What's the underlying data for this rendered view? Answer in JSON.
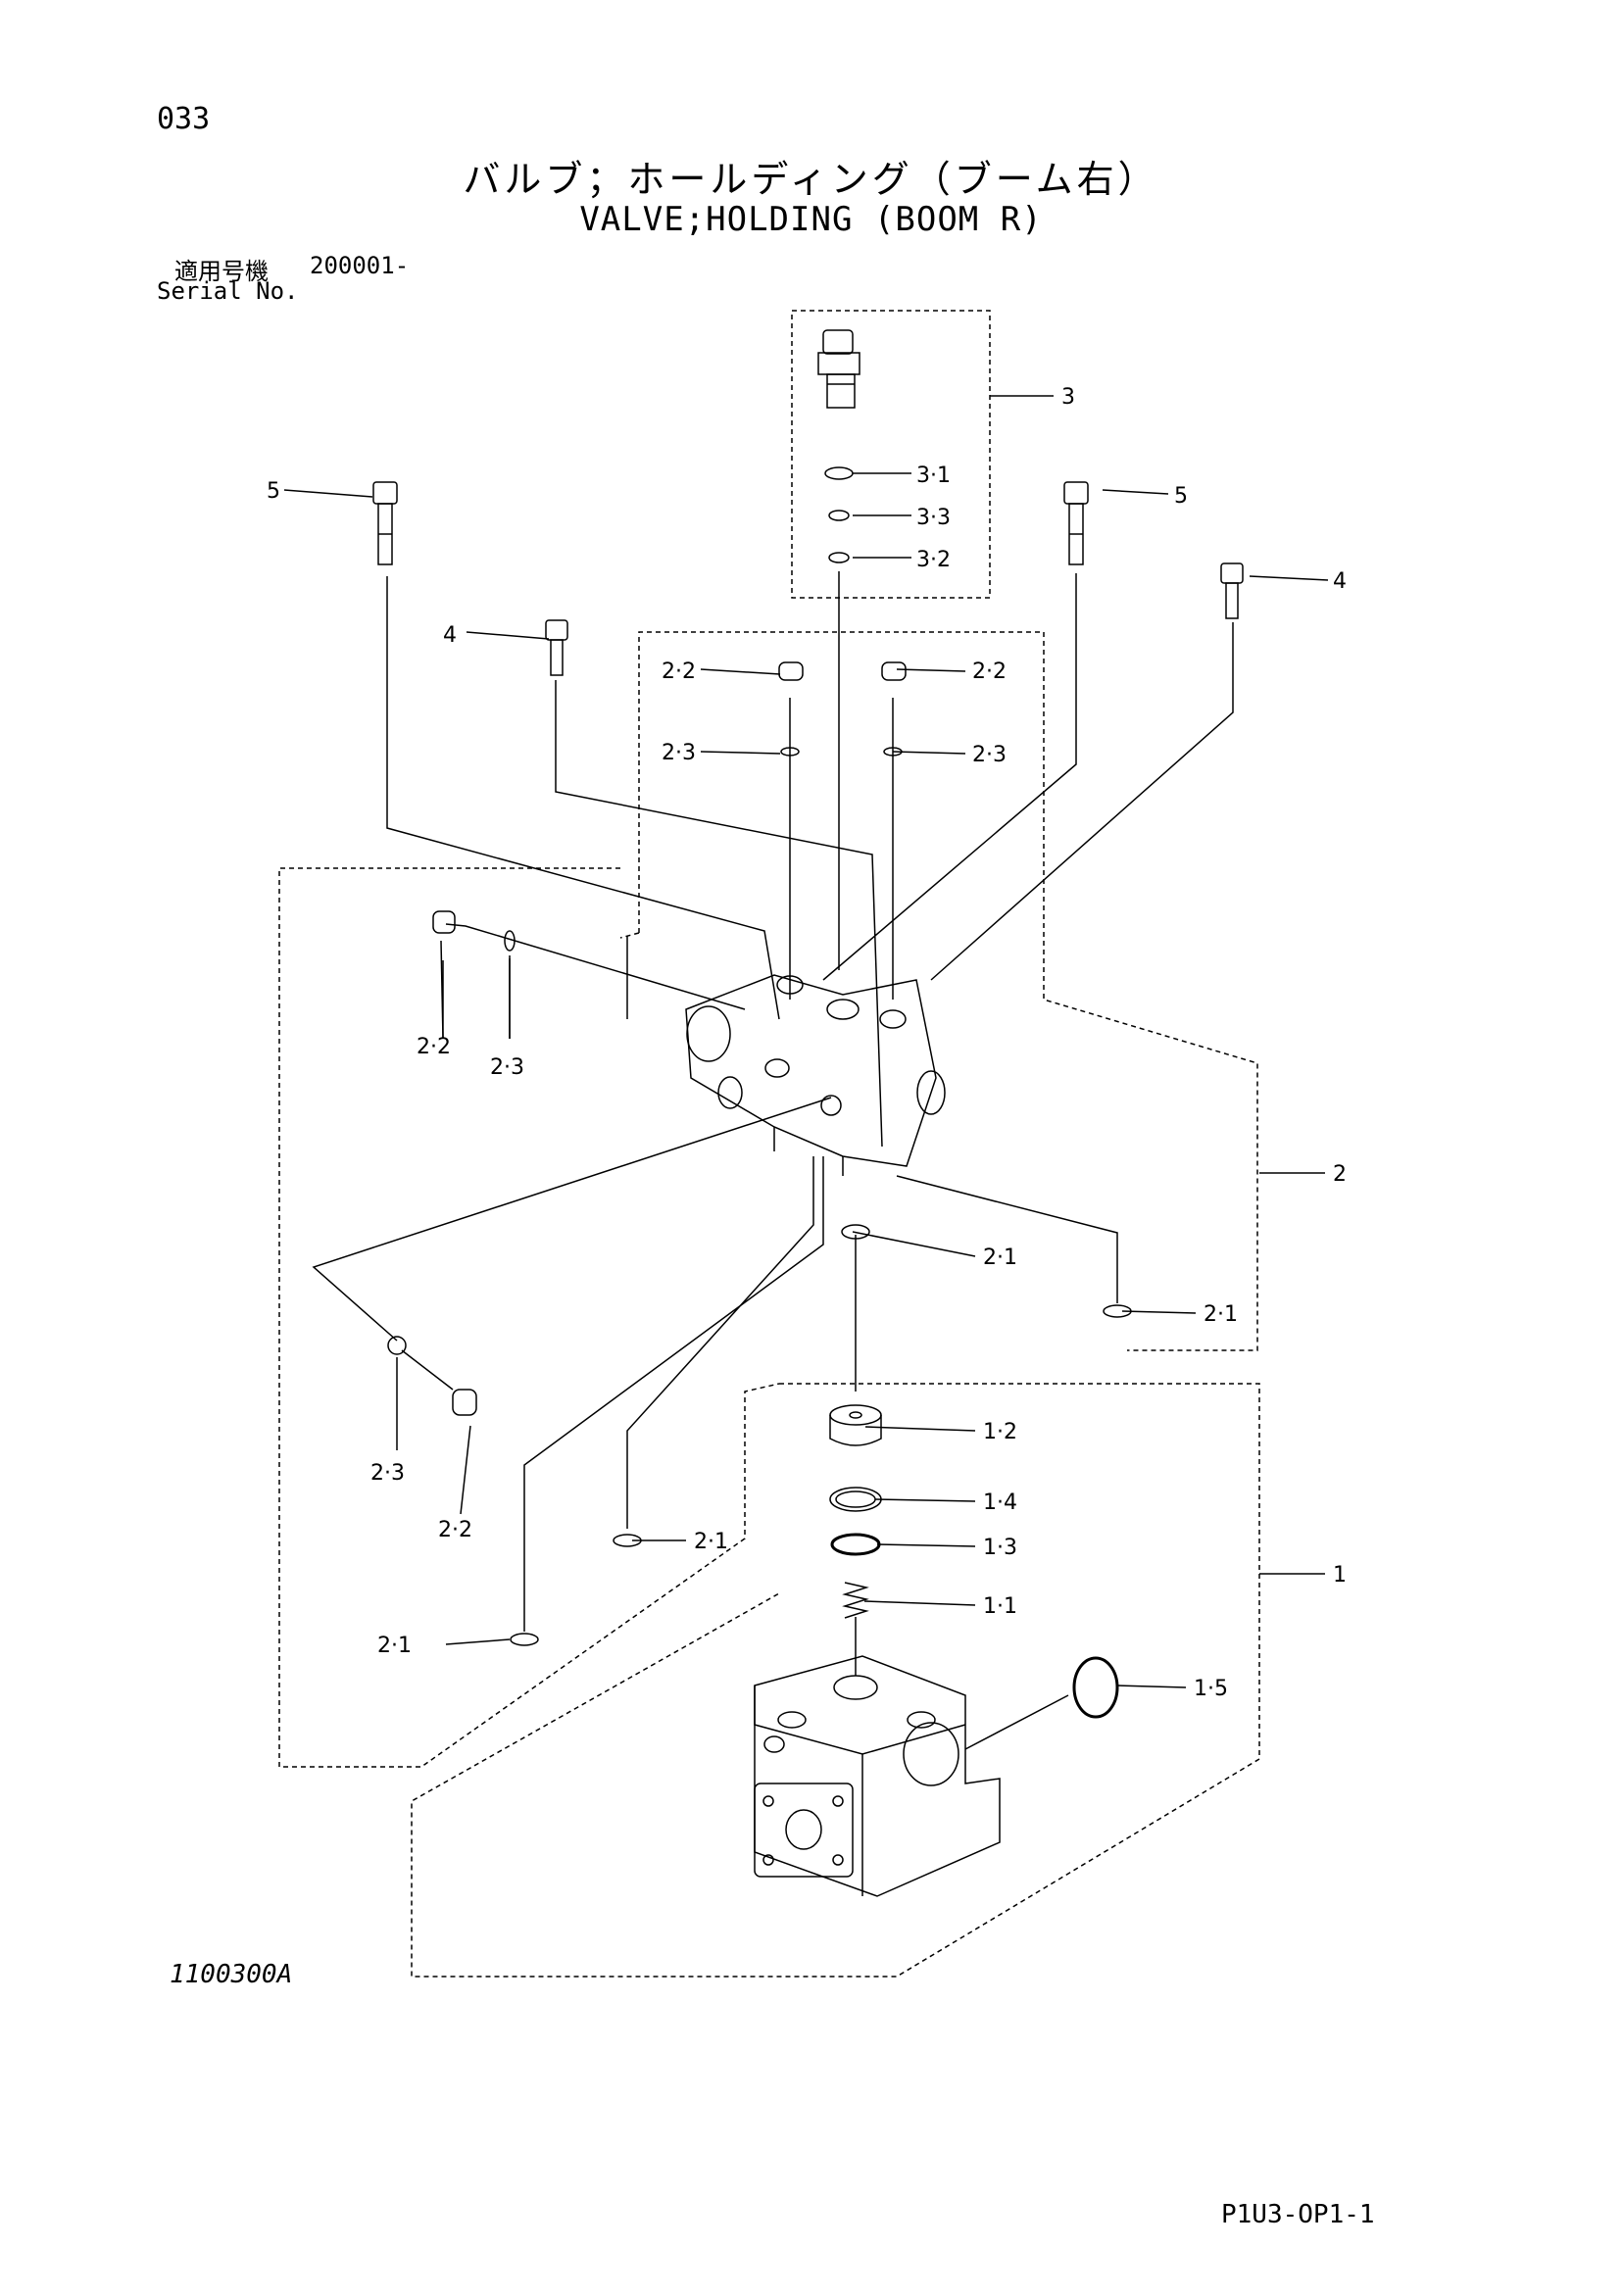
{
  "header": {
    "page_number": "033",
    "title_jp": "バルブ；ホールディング（ブーム右）",
    "title_en": "VALVE;HOLDING (BOOM R)",
    "serial_label_jp": "適用号機",
    "serial_value": "200001-",
    "serial_label_en": "Serial No."
  },
  "footer": {
    "figure_code": "1100300A",
    "page_code": "P1U3-OP1-1"
  },
  "callouts": {
    "c3": "3",
    "c3_1": "3·1",
    "c3_3": "3·3",
    "c3_2": "3·2",
    "c5_left": "5",
    "c5_right": "5",
    "c4_left": "4",
    "c4_right": "4",
    "c2_2_a": "2·2",
    "c2_2_b": "2·2",
    "c2_3_a": "2·3",
    "c2_3_b": "2·3",
    "c2_2_c": "2·2",
    "c2_3_c": "2·3",
    "c2": "2",
    "c2_1_a": "2·1",
    "c2_1_b": "2·1",
    "c2_3_d": "2·3",
    "c2_2_d": "2·2",
    "c2_1_c": "2·1",
    "c2_1_d": "2·1",
    "c1_2": "1·2",
    "c1_4": "1·4",
    "c1_3": "1·3",
    "c1_1": "1·1",
    "c1": "1",
    "c1_5": "1·5"
  }
}
